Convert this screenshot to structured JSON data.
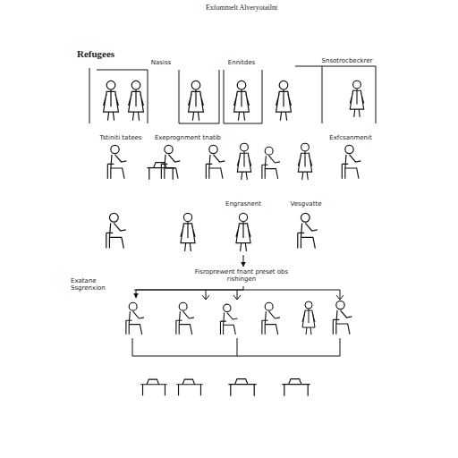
{
  "diagram": {
    "title": "Exfommelt Alveryotailnt",
    "nodes": [
      {
        "text": [
          "Engrasnent"
        ]
      },
      {
        "text": [
          "Fisroprewent fnant preset obs rishingen"
        ]
      },
      {
        "text": [
          "Exatane Ssgrenxion"
        ]
      }
    ],
    "edges": [
      {
        "from": 0,
        "to": 1,
        "arrow": "to"
      },
      {
        "from": 1,
        "to": 2,
        "arrow": "to"
      }
    ],
    "labels": [
      "Refugees",
      "Nasiss",
      "Ennitdes",
      "Snsotrocbeckrer",
      "Tstiniti tatees",
      "Exeprognment tnatib",
      "Exfcsanmenit",
      "Vesgvatte"
    ]
  }
}
